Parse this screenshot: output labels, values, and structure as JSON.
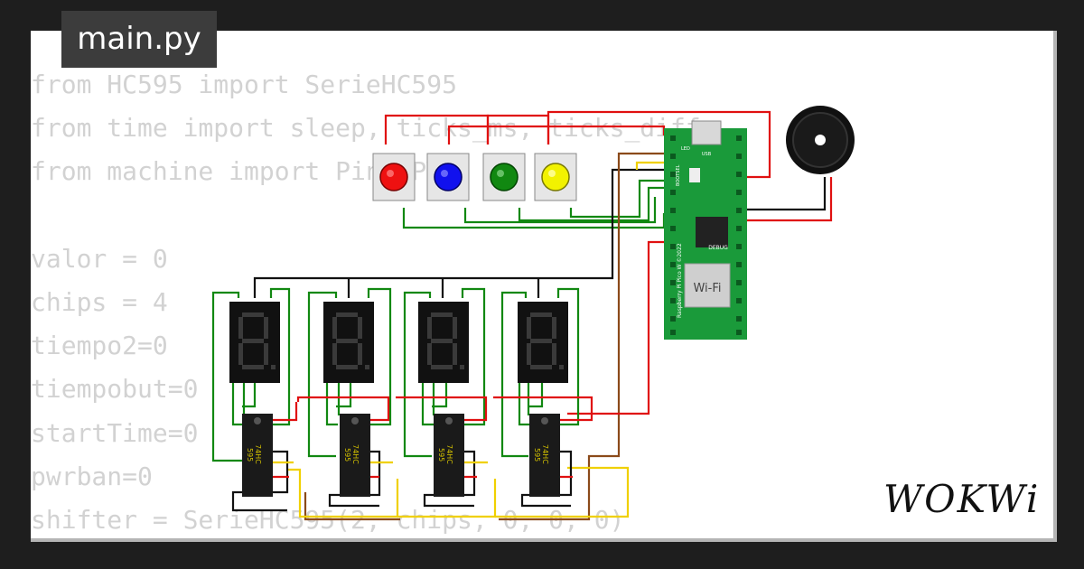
{
  "tab": {
    "label": "main.py"
  },
  "code_lines": [
    "from HC595 import SerieHC595",
    "from time import sleep, ticks_ms, ticks_diff",
    "from machine import Pin, PWM",
    "",
    "valor = 0",
    "chips = 4",
    "tiempo2=0",
    "tiempobut=0",
    "startTime=0",
    "pwrban=0",
    "shifter = SerieHC595(2, chips, 0, 0, 0)"
  ],
  "buttons": [
    {
      "name": "red-pushbutton",
      "color": "#ee1111"
    },
    {
      "name": "blue-pushbutton",
      "color": "#1111ee"
    },
    {
      "name": "green-pushbutton",
      "color": "#118811"
    },
    {
      "name": "yellow-pushbutton",
      "color": "#f2f200"
    }
  ],
  "pico": {
    "board_text": "Raspberry Pi Pico W ©2022",
    "wifi_label": "Wi-Fi",
    "debug_label": "DEBUG",
    "bootsel_label": "BOOTSEL",
    "led_label": "LED",
    "usb_label": "USB"
  },
  "chip_label_lines": [
    "74HC",
    "595"
  ],
  "brand": {
    "logo_text": "WOKWi"
  },
  "colors": {
    "background": "#1e1e1e",
    "card": "#ffffff",
    "board": "#1a9a3a",
    "wire_red": "#e01010",
    "wire_green": "#118811",
    "wire_black": "#111111",
    "wire_yellow": "#f0d000",
    "wire_brown": "#8b4a1a"
  }
}
